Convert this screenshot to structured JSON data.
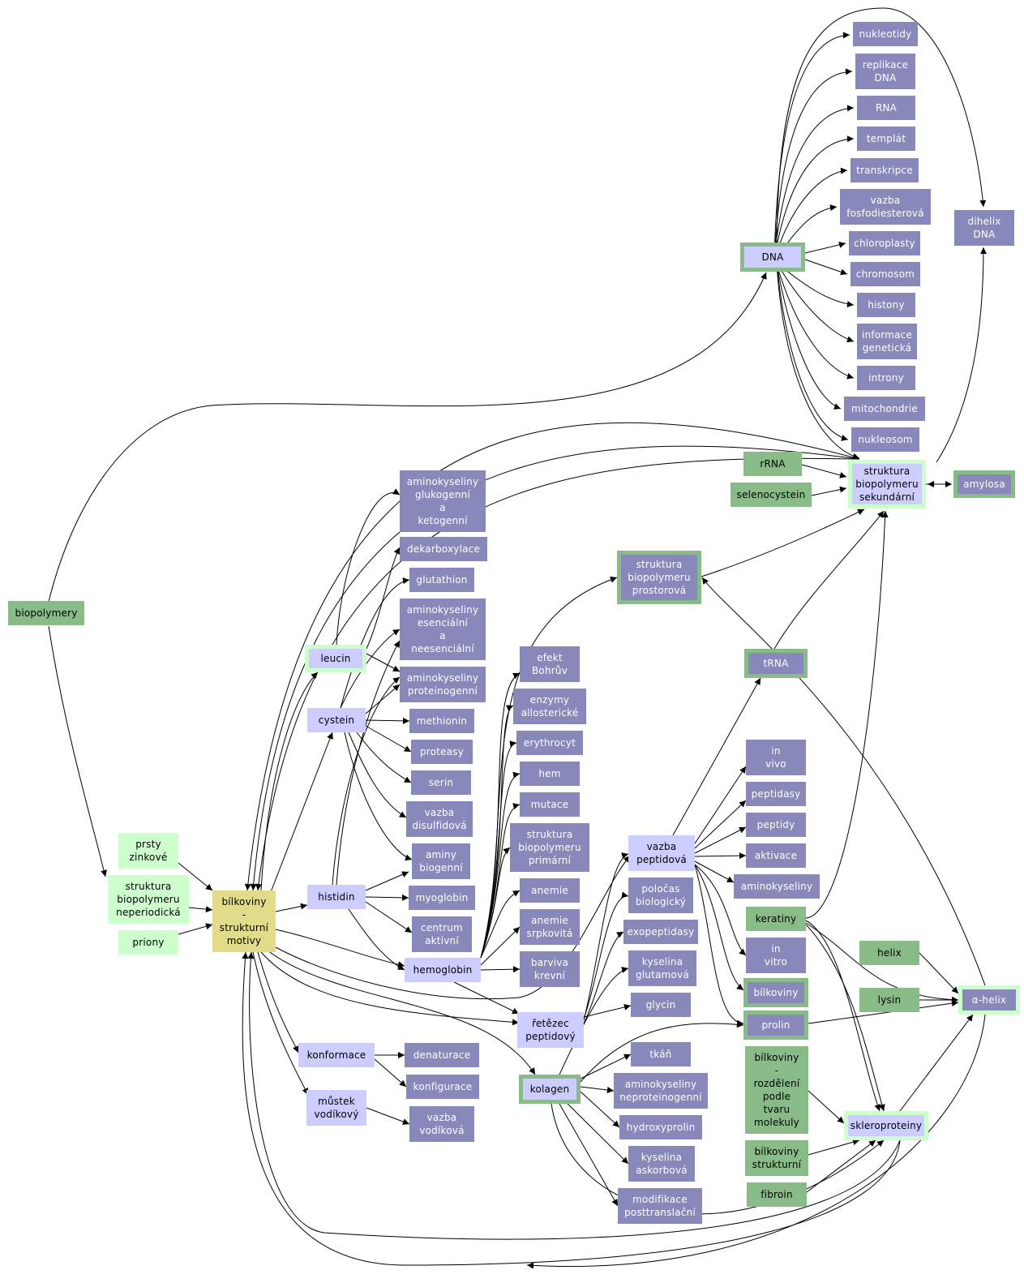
{
  "colors": {
    "dark": "#8888bb",
    "lavender": "#ccccff",
    "green": "#88bb88",
    "light_green": "#ccffcc",
    "yellow": "#e0dc8a",
    "edge": "#000000"
  },
  "nodes": {
    "n_nukleotidy": "nukleotidy",
    "n_replikace": "replikace\nDNA",
    "n_rna": "RNA",
    "n_templat": "templát",
    "n_transkripce": "transkripce",
    "n_vazba_fosfo": "vazba\nfosfodiesterová",
    "n_chloroplasty": "chloroplasty",
    "n_chromosom": "chromosom",
    "n_histony": "histony",
    "n_informace": "informace\ngenetická",
    "n_introny": "introny",
    "n_mitochondrie": "mitochondrie",
    "n_nukleosom": "nukleosom",
    "n_dihelix": "dihelix\nDNA",
    "n_dna": "DNA",
    "n_rrna": "rRNA",
    "n_selenocystein": "selenocystein",
    "n_sekundarni": "struktura\nbiopolymeru\nsekundární",
    "n_amylosa": "amylosa",
    "n_akgluk": "aminokyseliny\nglukogenní\na\nketogenní",
    "n_dekarbox": "dekarboxylace",
    "n_glutathion": "glutathion",
    "n_akesen": "aminokyseliny\nesenciální\na\nneesenciální",
    "n_akprot": "aminokyseliny\nproteinogenní",
    "n_methionin": "methionin",
    "n_proteasy": "proteasy",
    "n_serin": "serin",
    "n_vazbadis": "vazba\ndisulfidová",
    "n_aminybio": "aminy\nbiogenní",
    "n_myoglobin": "myoglobin",
    "n_centrum": "centrum\naktivní",
    "n_prostor": "struktura\nbiopolymeru\nprostorová",
    "n_biopolymery": "biopolymery",
    "n_leucin": "leucin",
    "n_cystein": "cystein",
    "n_histidin": "histidin",
    "n_hemoglobin": "hemoglobin",
    "n_efekt": "efekt\nBohrův",
    "n_enzymy": "enzymy\nallosterické",
    "n_erythrocyt": "erythrocyt",
    "n_hem": "hem",
    "n_mutace": "mutace",
    "n_primarni": "struktura\nbiopolymeru\nprimární",
    "n_anemie": "anemie",
    "n_anemiesrp": "anemie\nsrpkovitá",
    "n_barviva": "barviva\nkrevní",
    "n_trna": "tRNA",
    "n_invivo": "in\nvivo",
    "n_peptidasy": "peptidasy",
    "n_peptidy": "peptidy",
    "n_aktivace": "aktivace",
    "n_aminokyseliny": "aminokyseliny",
    "n_vazbapep": "vazba\npeptidová",
    "n_polocas": "poločas\nbiologický",
    "n_exopep": "exopeptidasy",
    "n_kyselglu": "kyselina\nglutamová",
    "n_glycin": "glycin",
    "n_retezec": "řetězec\npeptidový",
    "n_keratiny": "keratiny",
    "n_invitro": "in\nvitro",
    "n_bilkoviny": "bílkoviny",
    "n_prolin": "prolin",
    "n_helix": "helix",
    "n_lysin": "lysin",
    "n_ahelix": "α-helix",
    "n_prsty": "prsty\nzinkové",
    "n_neperiod": "struktura\nbiopolymeru\nneperiodická",
    "n_priony": "priony",
    "n_bsm": "bílkoviny\n-\nstrukturní\nmotivy",
    "n_konformace": "konformace",
    "n_denaturace": "denaturace",
    "n_konfigurace": "konfigurace",
    "n_mustek": "můstek\nvodíkový",
    "n_vazbavod": "vazba\nvodíková",
    "n_kolagen": "kolagen",
    "n_tkan": "tkáň",
    "n_aknepro": "aminokyseliny\nneproteinogenní",
    "n_hydroxy": "hydroxyprolin",
    "n_kyselask": "kyselina\naskorbová",
    "n_modifikace": "modifikace\nposttranslační",
    "n_rozdeleni": "bílkoviny\n-\nrozdělení\npodle\ntvaru\nmolekuly",
    "n_sklero": "skleroproteiny",
    "n_bstrukt": "bílkoviny\nstrukturní",
    "n_fibroin": "fibroin"
  }
}
